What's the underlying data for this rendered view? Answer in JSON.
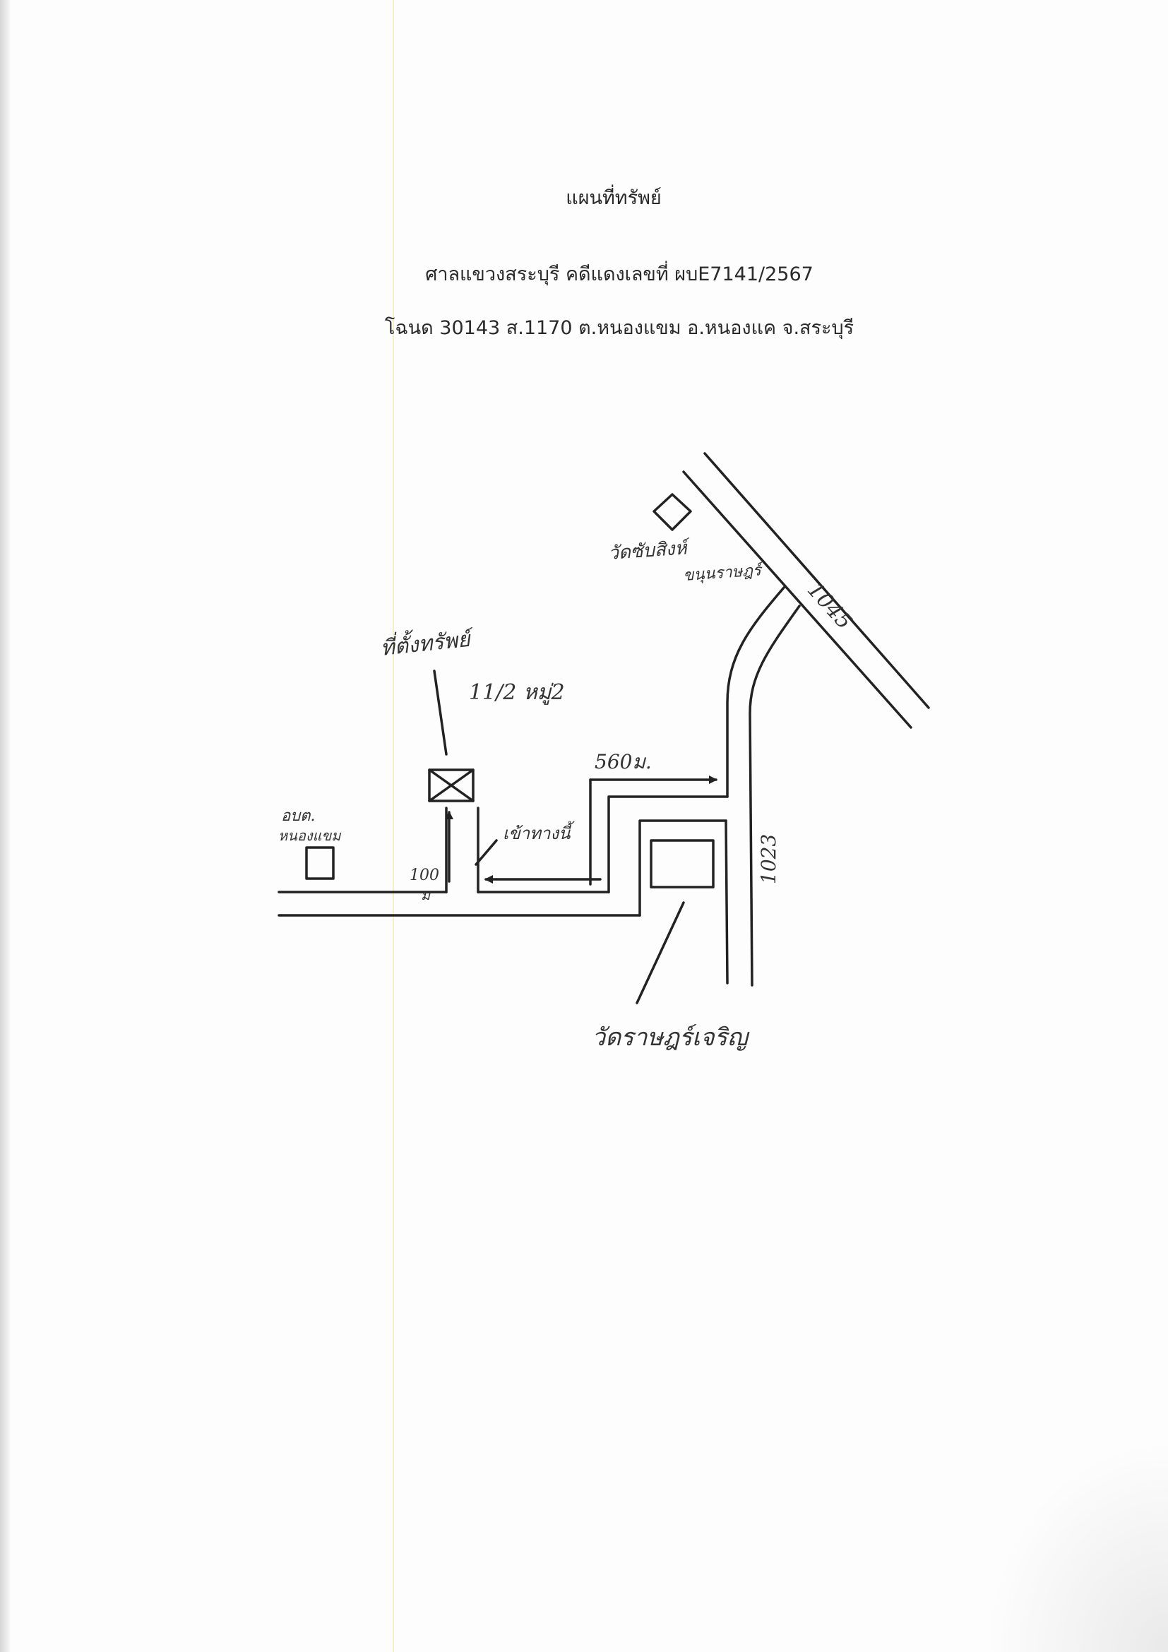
{
  "header": {
    "title": "แผนที่ทรัพย์",
    "case_line": "ศาลแขวงสระบุรี  คดีแดงเลขที่ ผบE7141/2567",
    "deed_line": "โฉนด 30143   ส.1170  ต.หนองแขม  อ.หนองแค จ.สระบุรี"
  },
  "map": {
    "labels": {
      "property_location": "ที่ตั้งทรัพย์",
      "house_number": "11/2 หมู่2",
      "distance_main": "560ม.",
      "entrance": "เข้าทางนี้",
      "distance_short_value": "100",
      "distance_short_unit": "ม",
      "sao_office_line1": "อบต.",
      "sao_office_line2": "หนองแขม",
      "temple_north_line1": "วัดซับสิงห์",
      "temple_north_line2": "ขนุนราษฎร์",
      "temple_south": "วัดราษฎร์เจริญ",
      "road_1045": "1045",
      "road_1023": "1023"
    }
  }
}
